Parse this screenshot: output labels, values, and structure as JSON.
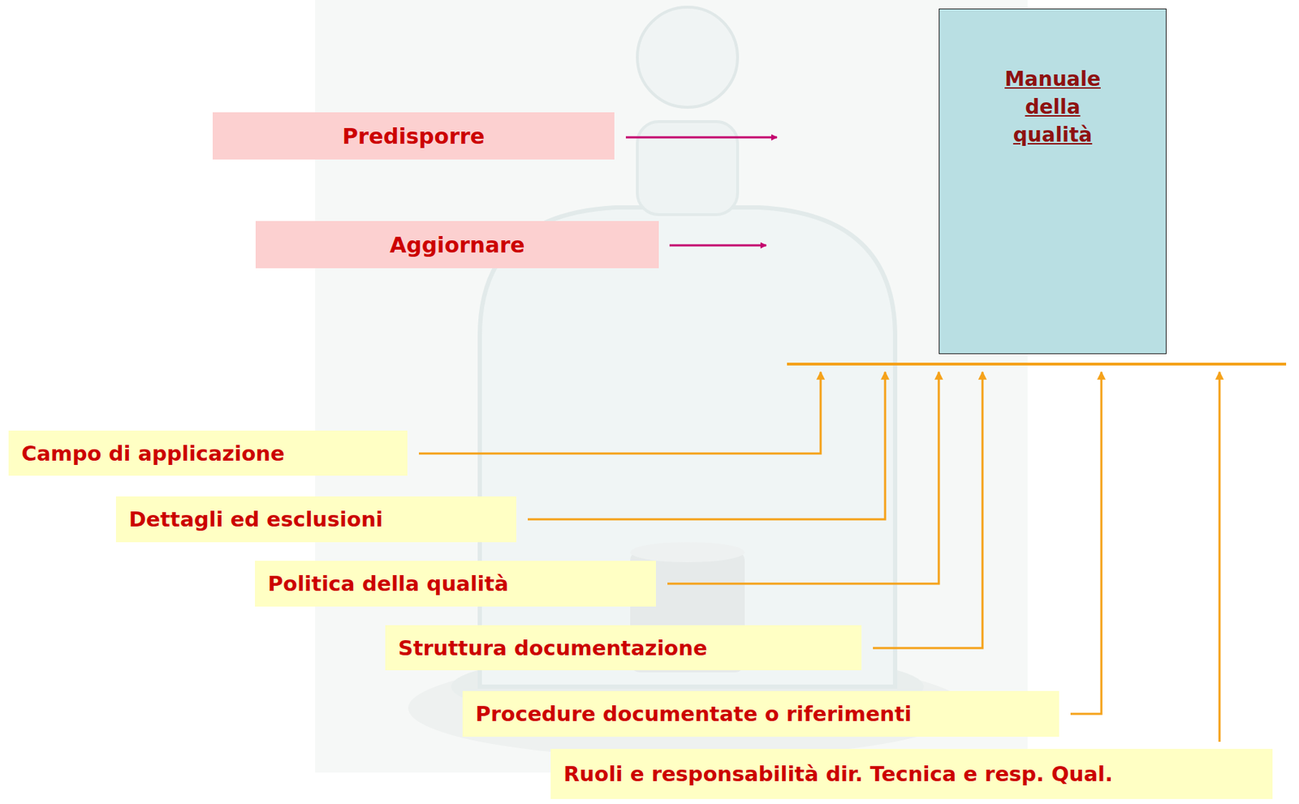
{
  "diagram": {
    "nodes": [
      {
        "text": [
          "Predisporre"
        ]
      },
      {
        "text": [
          "Aggiornare"
        ]
      },
      {
        "text": [
          "Manuale della qualità"
        ]
      },
      {
        "text": [
          "Campo di applicazione"
        ]
      },
      {
        "text": [
          "Dettagli ed esclusioni"
        ]
      },
      {
        "text": [
          "Politica della qualità"
        ]
      },
      {
        "text": [
          "Struttura documentazione"
        ]
      },
      {
        "text": [
          "Procedure documentate o riferimenti"
        ]
      },
      {
        "text": [
          "Ruoli e responsabilità dir. Tecnica e resp. Qual."
        ]
      }
    ]
  }
}
